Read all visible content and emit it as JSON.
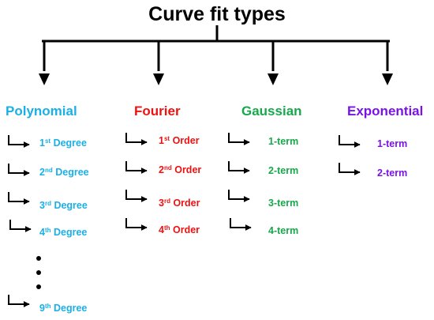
{
  "title": "Curve fit types",
  "colors": {
    "polynomial": "#1ab0e6",
    "fourier": "#ee1111",
    "gaussian": "#16a84a",
    "exponential": "#7a12e6",
    "lines": "#000000"
  },
  "categories": [
    {
      "name": "Polynomial",
      "items": [
        {
          "num": "1",
          "suffix": "st",
          "word": "Degree"
        },
        {
          "num": "2",
          "suffix": "nd",
          "word": "Degree"
        },
        {
          "num": "3",
          "suffix": "rd",
          "word": "Degree"
        },
        {
          "num": "4",
          "suffix": "th",
          "word": "Degree"
        },
        {
          "num": "9",
          "suffix": "th",
          "word": "Degree"
        }
      ]
    },
    {
      "name": "Fourier",
      "items": [
        {
          "num": "1",
          "suffix": "st",
          "word": "Order"
        },
        {
          "num": "2",
          "suffix": "nd",
          "word": "Order"
        },
        {
          "num": "3",
          "suffix": "rd",
          "word": "Order"
        },
        {
          "num": "4",
          "suffix": "th",
          "word": "Order"
        }
      ]
    },
    {
      "name": "Gaussian",
      "items": [
        {
          "label": "1-term"
        },
        {
          "label": "2-term"
        },
        {
          "label": "3-term"
        },
        {
          "label": "4-term"
        }
      ]
    },
    {
      "name": "Exponential",
      "items": [
        {
          "label": "1-term"
        },
        {
          "label": "2-term"
        }
      ]
    }
  ]
}
